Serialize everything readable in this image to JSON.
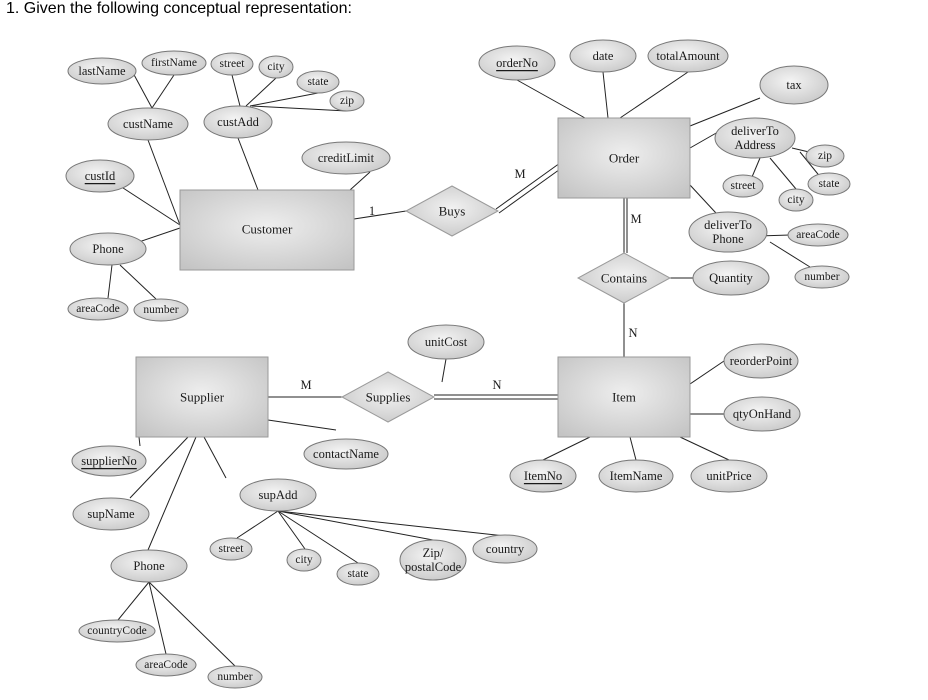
{
  "title": "1. Given the following conceptual representation:",
  "entities": {
    "customer": "Customer",
    "order": "Order",
    "supplier": "Supplier",
    "item": "Item"
  },
  "relationships": {
    "buys": "Buys",
    "contains": "Contains",
    "supplies": "Supplies"
  },
  "cardinalities": {
    "buys_customer": "1",
    "buys_order": "M",
    "contains_order": "M",
    "contains_item": "N",
    "supplies_supplier": "M",
    "supplies_item": "N"
  },
  "attributes": {
    "lastName": "lastName",
    "firstName": "firstName",
    "cust_street": "street",
    "cust_city": "city",
    "cust_state": "state",
    "cust_zip": "zip",
    "custName": "custName",
    "custAdd": "custAdd",
    "custId": "custId",
    "creditLimit": "creditLimit",
    "cust_phone": "Phone",
    "cust_areaCode": "areaCode",
    "cust_number": "number",
    "orderNo": "orderNo",
    "date": "date",
    "totalAmount": "totalAmount",
    "tax": "tax",
    "deliverToAddress": "deliverTo Address",
    "del_zip": "zip",
    "del_state": "state",
    "del_street": "street",
    "del_city": "city",
    "deliverToPhone": "deliverTo Phone",
    "del_areaCode": "areaCode",
    "del_number": "number",
    "quantity": "Quantity",
    "unitCost": "unitCost",
    "reorderPoint": "reorderPoint",
    "qtyOnHand": "qtyOnHand",
    "itemNo": "ItemNo",
    "itemName": "ItemName",
    "unitPrice": "unitPrice",
    "supplierNo": "supplierNo",
    "supName": "supName",
    "sup_phone": "Phone",
    "countryCode": "countryCode",
    "sup_areaCode": "areaCode",
    "sup_number": "number",
    "contactName": "contactName",
    "supAdd": "supAdd",
    "sup_street": "street",
    "sup_city": "city",
    "sup_state": "state",
    "zipPostal": "Zip/ postalCode",
    "country": "country"
  },
  "colors": {
    "entity_fill": "#dcdcdc",
    "attribute_fill": "#e4e4e4",
    "line": "#222222"
  }
}
